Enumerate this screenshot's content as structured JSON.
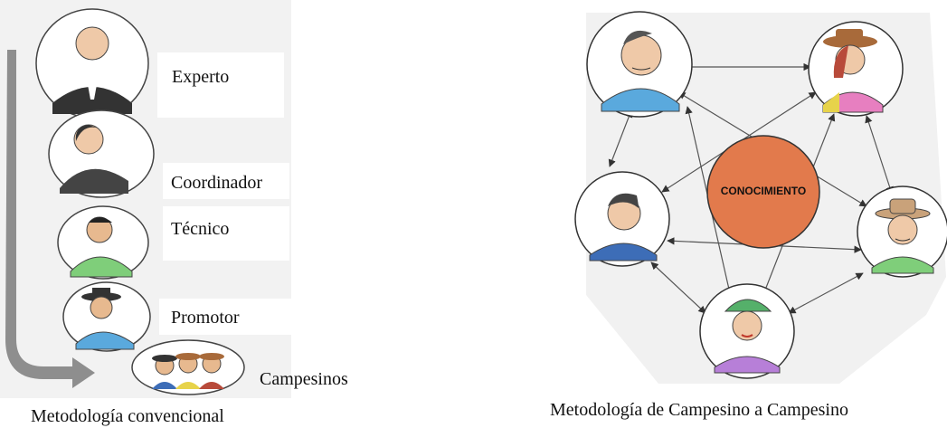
{
  "left": {
    "caption": "Metodología convencional",
    "roles": [
      "Experto",
      "Coordinador",
      "Técnico",
      "Promotor",
      "Campesinos"
    ]
  },
  "right": {
    "caption": "Metodología de Campesino a Campesino",
    "center_label": "CONOCIMIENTO"
  },
  "colors": {
    "paper": "#f1f1f1",
    "center_fill": "#e27a4c",
    "arrow": "#8a8a8a",
    "shirt_blue": "#5aa9dd",
    "shirt_pink": "#e77fc0",
    "shirt_navy": "#3d6db7",
    "shirt_green": "#7fce7a",
    "shirt_purple": "#b77fd8",
    "cap_green": "#55b06a",
    "hat_brown": "#a86a3a"
  },
  "icons": [
    "person-icon",
    "hat-icon",
    "cap-icon",
    "arrow-icon"
  ]
}
